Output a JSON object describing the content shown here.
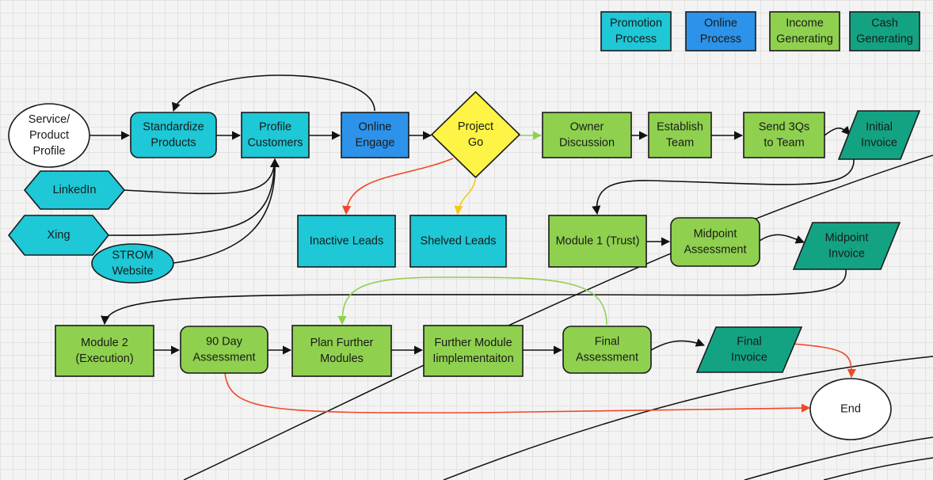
{
  "colors": {
    "promotion": "#1ec8d6",
    "online": "#2d93ea",
    "income": "#8fd14f",
    "cash": "#13a383",
    "decision": "#fef445",
    "terminal": "#ffffff",
    "connector": "#111111",
    "connector_green": "#8fd14f",
    "connector_red": "#f24726",
    "connector_yellow": "#fac710"
  },
  "legend": [
    {
      "id": "promotion",
      "lines": [
        "Promotion",
        "Process"
      ]
    },
    {
      "id": "online",
      "lines": [
        "Online",
        "Process"
      ]
    },
    {
      "id": "income",
      "lines": [
        "Income",
        "Generating"
      ]
    },
    {
      "id": "cash",
      "lines": [
        "Cash",
        "Generating"
      ]
    }
  ],
  "nodes": {
    "service_profile": [
      "Service/",
      "Product",
      "Profile"
    ],
    "standardize": [
      "Standardize",
      "Products"
    ],
    "profile_customers": [
      "Profile",
      "Customers"
    ],
    "online_engage": [
      "Online",
      "Engage"
    ],
    "project_go": [
      "Project",
      "Go"
    ],
    "owner_discussion": [
      "Owner",
      "Discussion"
    ],
    "establish_team": [
      "Establish",
      "Team"
    ],
    "send_3qs": [
      "Send 3Qs",
      "to Team"
    ],
    "initial_invoice": [
      "Initial",
      "Invoice"
    ],
    "linkedin": [
      "LinkedIn"
    ],
    "xing": [
      "Xing"
    ],
    "strom": [
      "STROM",
      "Website"
    ],
    "inactive_leads": [
      "Inactive Leads"
    ],
    "shelved_leads": [
      "Shelved Leads"
    ],
    "module1": [
      "Module 1 (Trust)"
    ],
    "midpoint_assessment": [
      "Midpoint",
      "Assessment"
    ],
    "midpoint_invoice": [
      "Midpoint",
      "Invoice"
    ],
    "module2": [
      "Module 2",
      "(Execution)"
    ],
    "day90": [
      "90 Day",
      "Assessment"
    ],
    "plan_further": [
      "Plan Further",
      "Modules"
    ],
    "further_module": [
      "Further Module",
      "Iimplementaiton"
    ],
    "final_assessment": [
      "Final",
      "Assessment"
    ],
    "final_invoice": [
      "Final",
      "Invoice"
    ],
    "end": [
      "End"
    ]
  }
}
